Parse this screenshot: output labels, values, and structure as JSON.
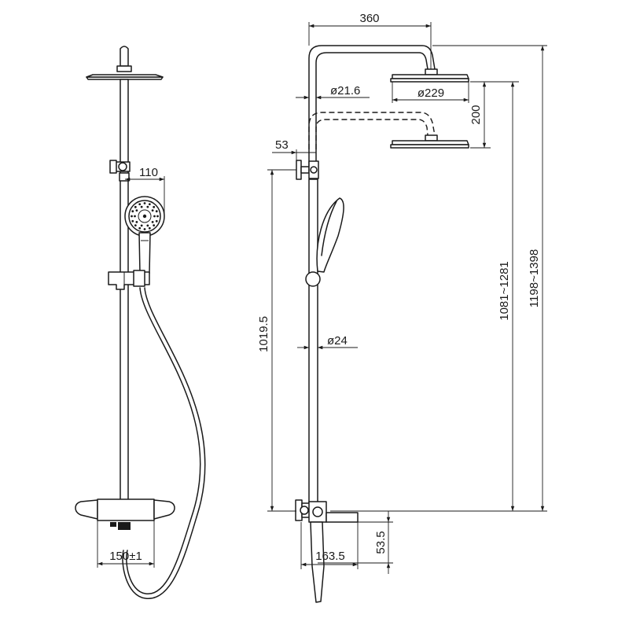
{
  "dimensions": {
    "headshower_arm_length": "360",
    "pipe_diameter_upper": "ø21.6",
    "headshower_diameter": "ø229",
    "height_adjustment": "200",
    "wall_bracket_offset": "53",
    "handshower_width": "110",
    "pipe_diameter_lower": "ø24",
    "riser_height": "1019.5",
    "height_range_head": "1081~1281",
    "height_range_total": "1198~1398",
    "inlet_centers": "150±1",
    "spout_projection": "163.5",
    "spout_height": "53.5"
  },
  "colors": {
    "line": "#1a1a1a",
    "background": "#ffffff"
  },
  "icons": [
    "headshower",
    "handshower",
    "thermostatic-mixer",
    "slide-bar",
    "hose",
    "wall-bracket",
    "spout"
  ]
}
